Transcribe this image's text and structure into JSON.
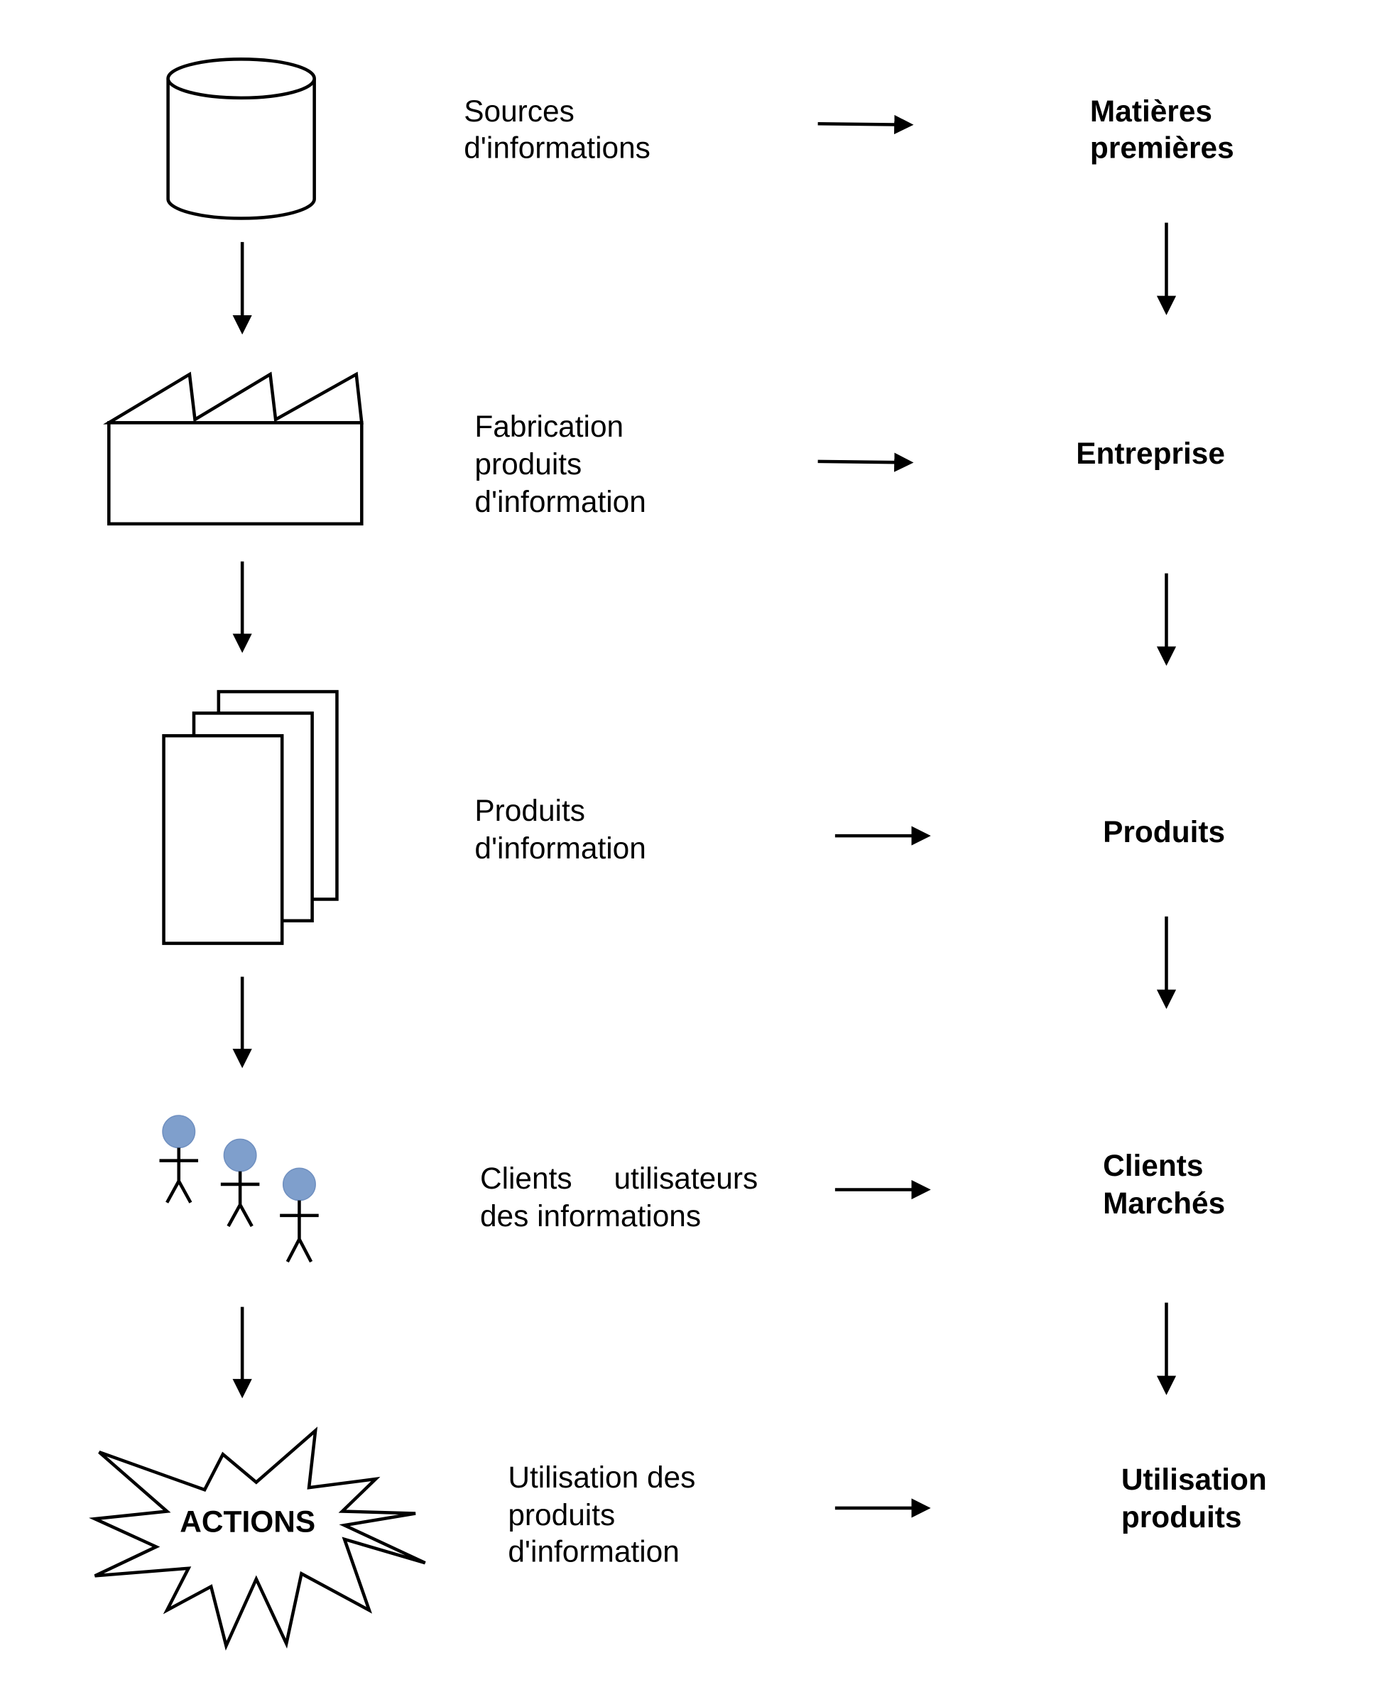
{
  "left_icons": {
    "database": "database-cylinder-icon",
    "factory": "factory-icon",
    "documents": "stacked-documents-icon",
    "people": "people-icon",
    "actions": {
      "icon": "explosion-star-icon",
      "label": "ACTIONS"
    }
  },
  "head_color": "#7f9fcc",
  "middle": [
    {
      "lines": [
        "Sources",
        "d'informations"
      ]
    },
    {
      "lines": [
        "Fabrication",
        "produits",
        "d'information"
      ]
    },
    {
      "lines": [
        "Produits",
        "d'information"
      ]
    },
    {
      "lines": [
        "Clients     utilisateurs",
        "des informations"
      ]
    },
    {
      "lines": [
        "Utilisation des",
        "produits",
        "d'information"
      ]
    }
  ],
  "right": [
    {
      "lines": [
        "Matières",
        "premières"
      ]
    },
    {
      "lines": [
        "Entreprise"
      ]
    },
    {
      "lines": [
        "Produits"
      ]
    },
    {
      "lines": [
        "Clients",
        "Marchés"
      ]
    },
    {
      "lines": [
        "Utilisation",
        "produits"
      ]
    }
  ]
}
